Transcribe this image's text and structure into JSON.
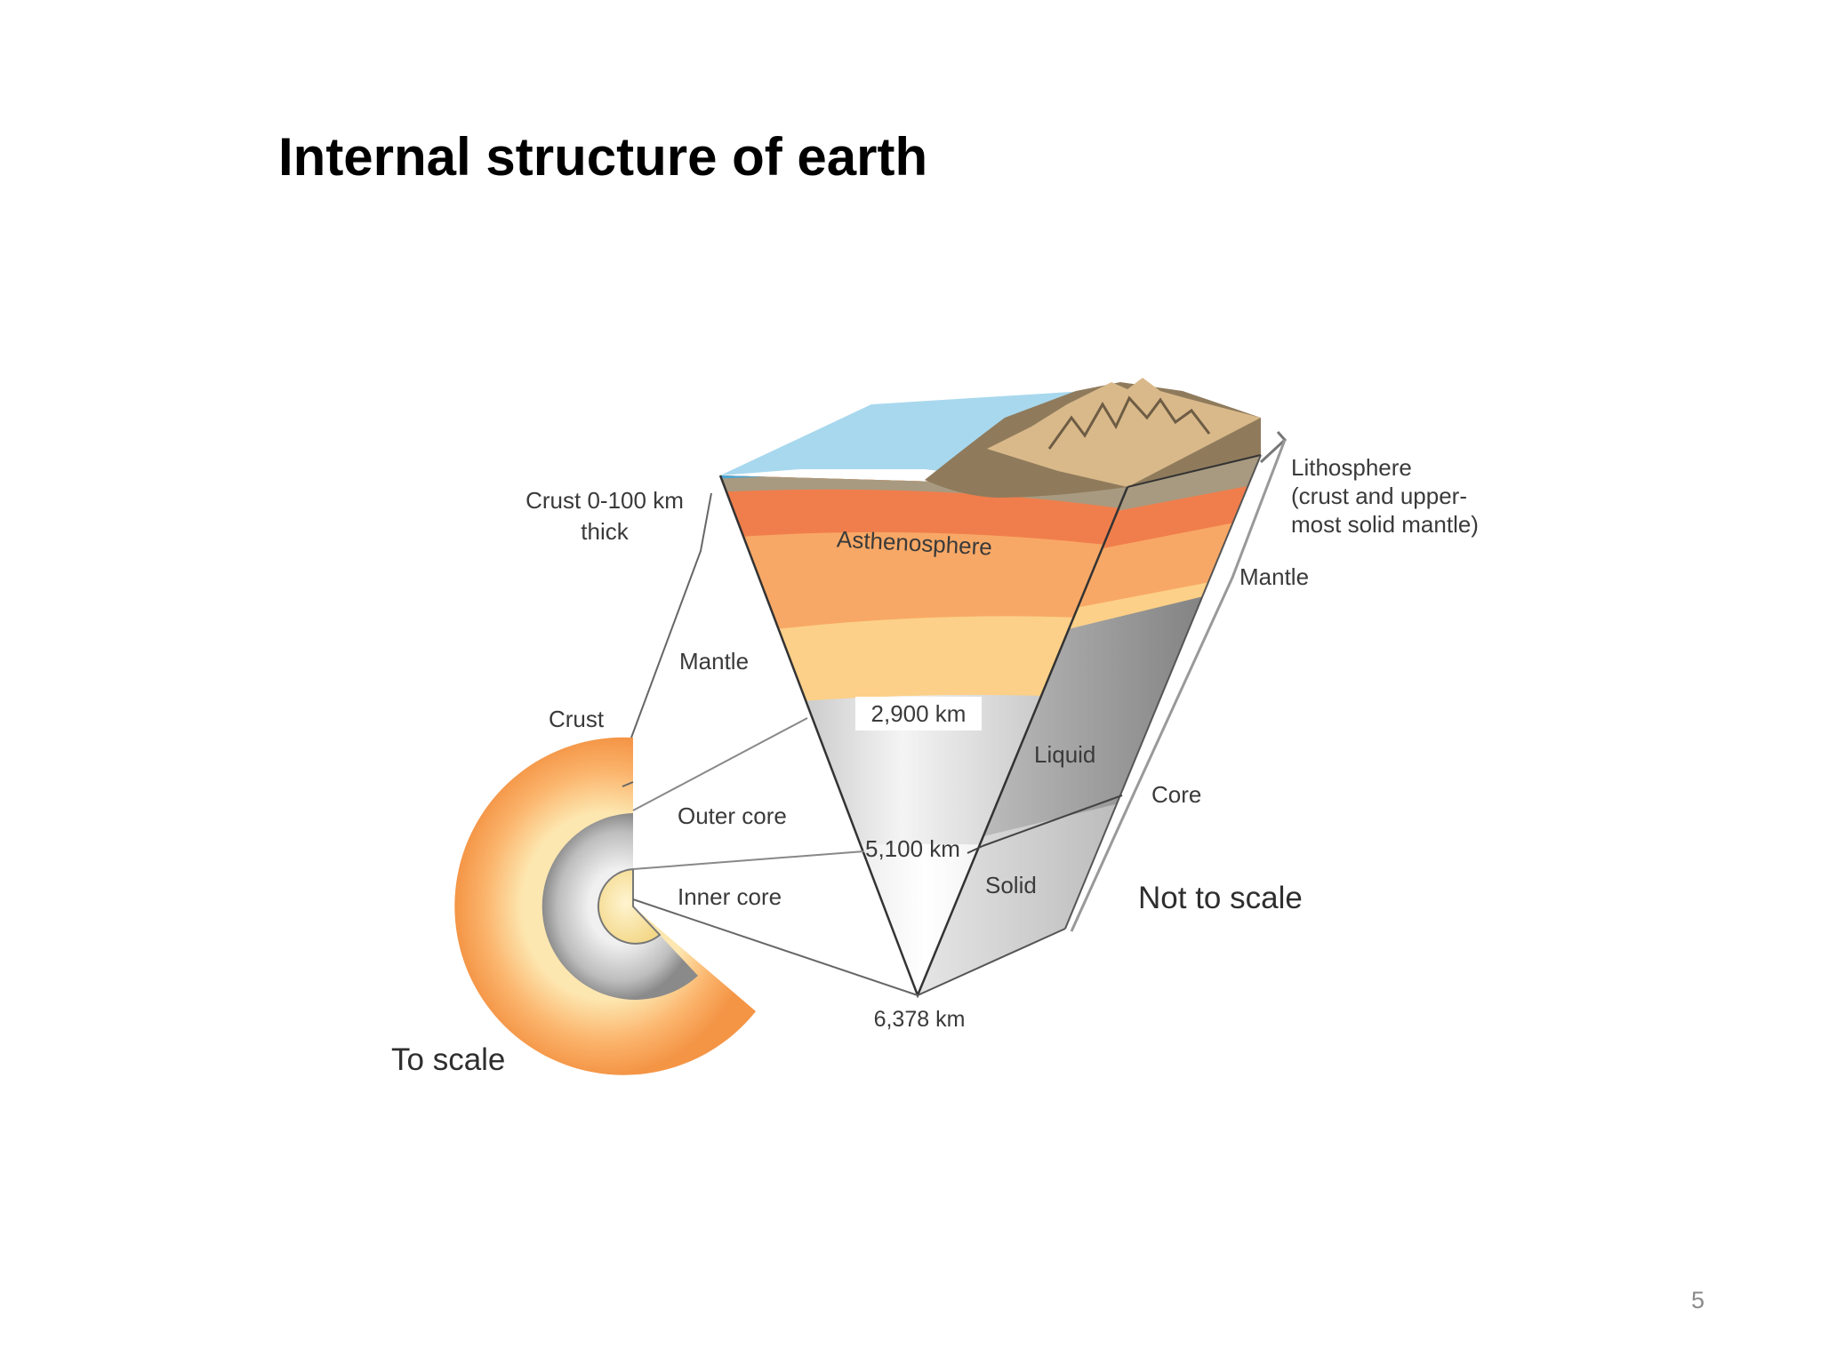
{
  "slide": {
    "title": "Internal structure of earth",
    "page_number": "5"
  },
  "diagram": {
    "labels": {
      "crust_thickness_line1": "Crust 0-100 km",
      "crust_thickness_line2": "thick",
      "asthenosphere": "Asthenosphere",
      "lithosphere_line1": "Lithosphere",
      "lithosphere_line2": "(crust and upper-",
      "lithosphere_line3": "most solid mantle)",
      "mantle_right": "Mantle",
      "mantle_left": "Mantle",
      "crust": "Crust",
      "depth_2900": "2,900 km",
      "liquid": "Liquid",
      "core": "Core",
      "outer_core": "Outer core",
      "depth_5100": "5,100 km",
      "inner_core": "Inner core",
      "solid": "Solid",
      "not_to_scale": "Not to scale",
      "depth_6378": "6,378 km",
      "to_scale": "To scale"
    },
    "colors": {
      "ocean": "#a8d8ee",
      "ocean_edge": "#4aa6d4",
      "land_top": "#d9b98a",
      "land_dark": "#8f7b5c",
      "crust_band": "#a89a80",
      "asthenosphere": "#f07e4c",
      "upper_mantle": "#f8a866",
      "lower_mantle": "#fcd088",
      "outer_core": "#c8c8c8",
      "inner_core": "#e4e4e4",
      "inner_core_center": "#f8e0a2",
      "asthenosphere_label": "#c8402a"
    }
  }
}
